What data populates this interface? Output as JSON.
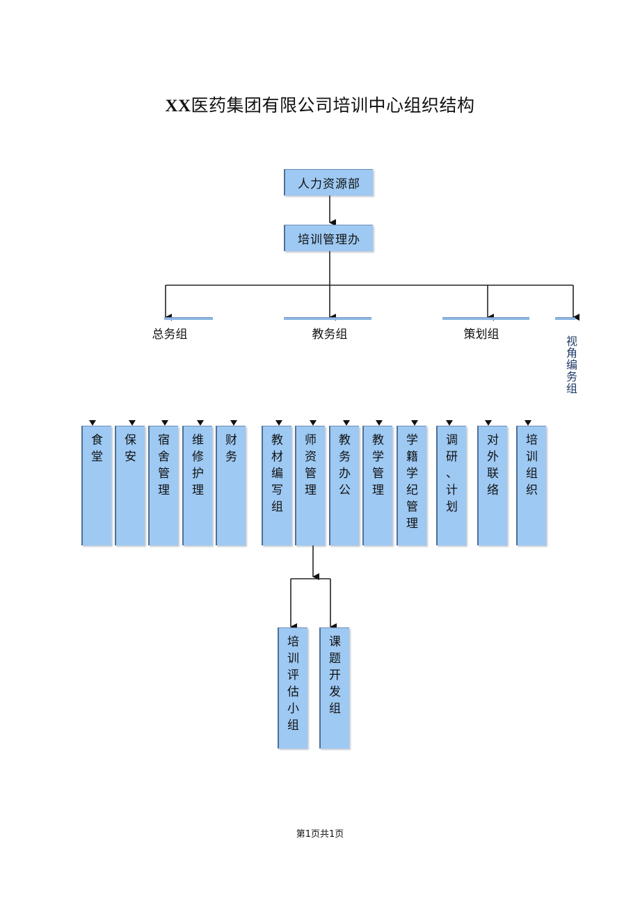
{
  "title_prefix": "XX",
  "title_main": "医药集团有限公司培训中心组织结构",
  "level1": "人力资源部",
  "level2": "培训管理办",
  "groups": [
    "总务组",
    "教务组",
    "策划组",
    "视角编务组"
  ],
  "units_general": [
    "食堂",
    "保安",
    "宿舍管理",
    "维修护理",
    "财务"
  ],
  "units_teaching": [
    "教材编写组",
    "师资管理",
    "教务办公",
    "教学管理",
    "学籍学纪管理"
  ],
  "units_planning": [
    "调研、计划",
    "对外联络",
    "培训组织"
  ],
  "teacher_subunits": [
    "培训评估小组",
    "课题开发组"
  ],
  "footer": "第1页共1页"
}
